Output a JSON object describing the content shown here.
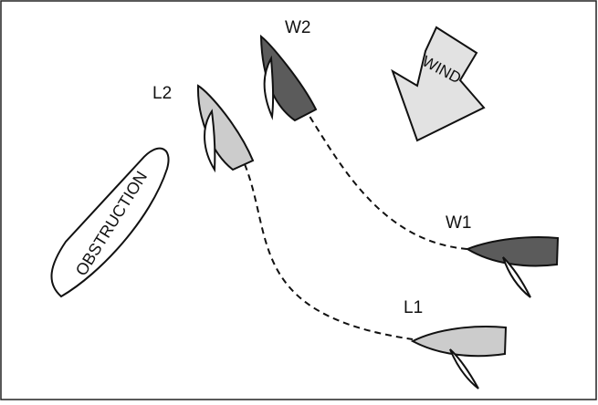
{
  "boat_labels": {
    "w2": "W2",
    "l2": "L2",
    "w1": "W1",
    "l1": "L1"
  },
  "wind_label": "WIND",
  "obstruction_label": "OBSTRUCTION",
  "colors": {
    "windward_hull": "#5b5b5b",
    "leeward_hull": "#cccccc",
    "wind_arrow": "#e2e2e2",
    "outline": "#111111",
    "background": "#ffffff"
  }
}
